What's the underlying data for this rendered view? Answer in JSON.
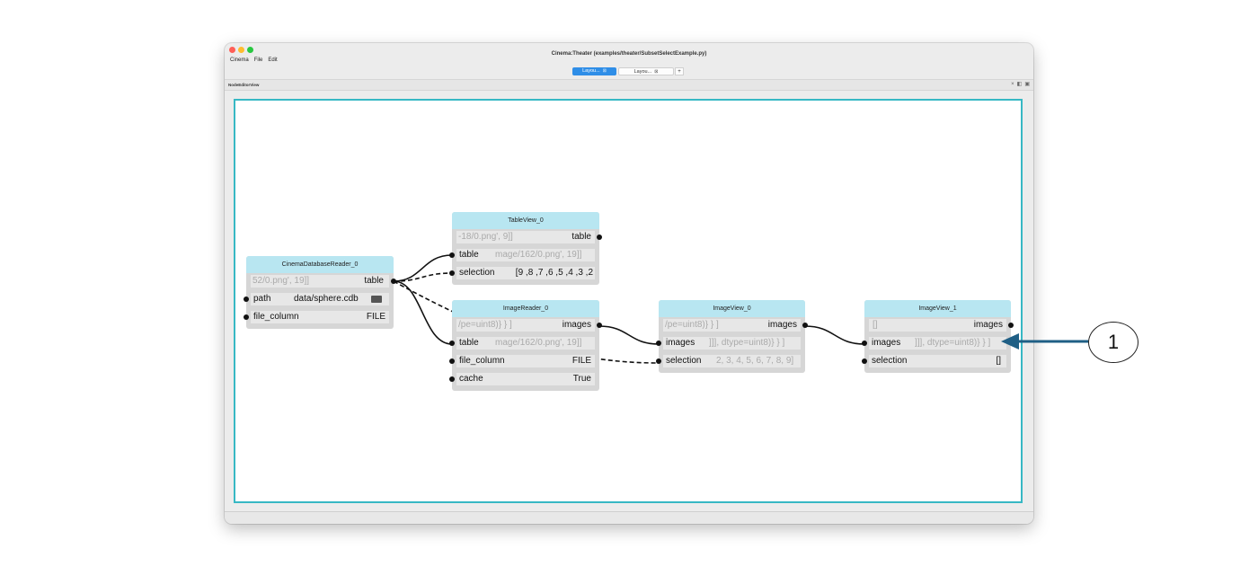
{
  "window": {
    "title": "Cinema:Theater (examples/theater/SubsetSelectExample.py)",
    "menu": [
      "Cinema",
      "File",
      "Edit"
    ],
    "tabs": [
      {
        "label": "Layou...",
        "close": "⊠",
        "active": true
      },
      {
        "label": "Layou...",
        "close": "⊠",
        "active": false
      }
    ],
    "tab_add": "+",
    "panel_title": "NodeEditorView",
    "panel_icons": [
      "×",
      "◧",
      "▣"
    ]
  },
  "nodes": {
    "cinema_reader": {
      "title": "CinemaDatabaseReader_0",
      "out_table_value": "52/0.png', 19]]",
      "out_table_label": "table",
      "path_label": "path",
      "path_value": "data/sphere.cdb",
      "file_column_label": "file_column",
      "file_column_value": "FILE"
    },
    "table_view": {
      "title": "TableView_0",
      "out_table_value": "-18/0.png', 9]]",
      "out_table_label": "table",
      "in_table_label": "table",
      "in_table_value": "mage/162/0.png', 19]]",
      "selection_label": "selection",
      "selection_value": "2, 3, 4, 5, 6, 7, 8, 9]"
    },
    "image_reader": {
      "title": "ImageReader_0",
      "out_images_value": "/pe=uint8)} } ]",
      "out_images_label": "images",
      "in_table_label": "table",
      "in_table_value": "mage/162/0.png', 19]]",
      "file_column_label": "file_column",
      "file_column_value": "FILE",
      "cache_label": "cache",
      "cache_value": "True"
    },
    "image_view_0": {
      "title": "ImageView_0",
      "out_images_value": "/pe=uint8)} } ]",
      "out_images_label": "images",
      "in_images_label": "images",
      "in_images_value": "]]], dtype=uint8)} } ]",
      "selection_label": "selection",
      "selection_value": "2, 3, 4, 5, 6, 7, 8, 9]"
    },
    "image_view_1": {
      "title": "ImageView_1",
      "out_images_value": "[]",
      "out_images_label": "images",
      "in_images_label": "images",
      "in_images_value": "]]], dtype=uint8)} } ]",
      "selection_label": "selection",
      "selection_value": "[]"
    }
  },
  "annotation": {
    "callout_number": "1",
    "arrow_color": "#1f5f85"
  },
  "colors": {
    "canvas_border": "#37b8c4",
    "node_header": "#b8e6f1",
    "tab_active": "#2f8ee7"
  }
}
